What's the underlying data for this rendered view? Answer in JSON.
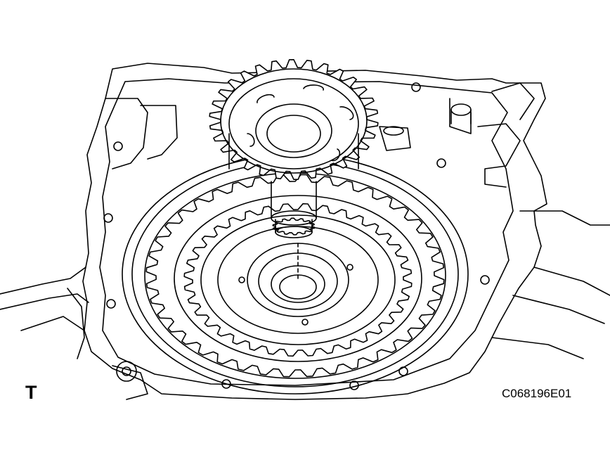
{
  "figure": {
    "corner_letter": "T",
    "code": "C068196E01",
    "line_color": "#000000",
    "background": "#ffffff"
  },
  "gear_teeth": {
    "upper_gear": 30,
    "lower_pinion": 14,
    "inner_ring": 36,
    "outer_ring": 40
  }
}
